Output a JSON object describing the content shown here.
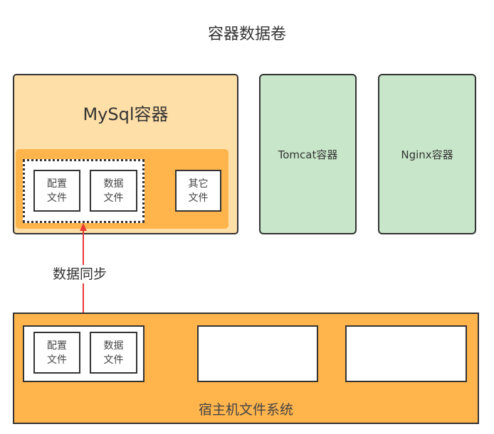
{
  "title": "容器数据卷",
  "mysql": {
    "label": "MySql容器",
    "files": [
      {
        "line1": "配置",
        "line2": "文件"
      },
      {
        "line1": "数据",
        "line2": "文件"
      },
      {
        "line1": "其它",
        "line2": "文件"
      }
    ]
  },
  "tomcat": {
    "label": "Tomcat容器"
  },
  "nginx": {
    "label": "Nginx容器"
  },
  "sync": {
    "label": "数据同步"
  },
  "host": {
    "label": "宿主机文件系统",
    "files": [
      {
        "line1": "配置",
        "line2": "文件"
      },
      {
        "line1": "数据",
        "line2": "文件"
      }
    ]
  },
  "colors": {
    "mysql_fill": "#FFDFA8",
    "orange": "#FFB54C",
    "green": "#C8E6C9",
    "arrow": "#E53935",
    "border": "#333333"
  }
}
